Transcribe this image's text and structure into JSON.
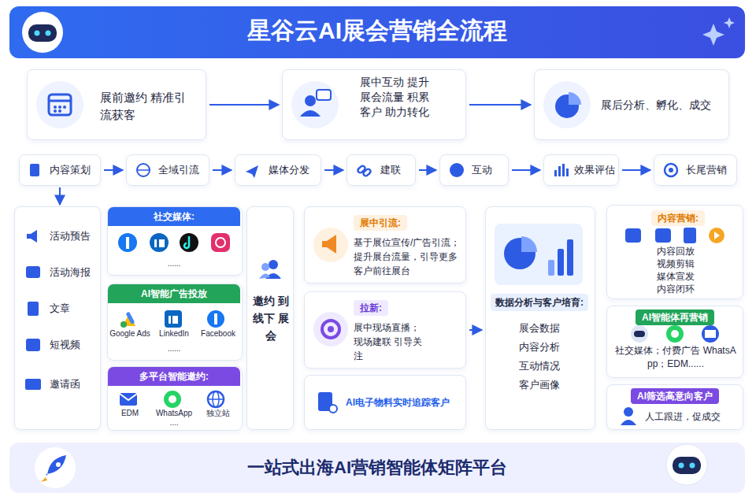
{
  "diagram": {
    "title": "星谷云AI展会营销全流程",
    "caption": "一站式出海AI营销智能体矩阵平台",
    "nodes": [
      {
        "text": [
          "展前邀约 精准引流获客"
        ]
      },
      {
        "text": [
          "展中互动 提升展会流量 积累客户 助力转化"
        ]
      },
      {
        "text": [
          "展后分析、孵化、成交"
        ]
      },
      {
        "text": [
          "内容策划"
        ]
      },
      {
        "text": [
          "全域引流"
        ]
      },
      {
        "text": [
          "媒体分发"
        ]
      },
      {
        "text": [
          "建联"
        ]
      },
      {
        "text": [
          "互动"
        ]
      },
      {
        "text": [
          "效果评估"
        ]
      },
      {
        "text": [
          "长尾营销"
        ]
      },
      {
        "text": [
          "活动预告",
          "活动海报",
          "文章",
          "短视频",
          "邀请函"
        ]
      },
      {
        "text": [
          "社交媒体:",
          "......"
        ]
      },
      {
        "text": [
          "AI智能广告投放",
          "Google Ads",
          "LinkedIn",
          "Facebook",
          "......"
        ]
      },
      {
        "text": [
          "多平台智能邀约:",
          "EDM",
          "WhatsApp",
          "独立站",
          "...."
        ]
      },
      {
        "text": [
          "邀约 到线下 展会"
        ]
      },
      {
        "text": [
          "展中引流:",
          "基于展位宣传/广告引流； 提升展台流量，引导更多 客户前往展台"
        ]
      },
      {
        "text": [
          "拉新:",
          "展中现场直播； 现场建联 引导关注"
        ]
      },
      {
        "text": [
          "AI电子物料实时追踪客户"
        ]
      },
      {
        "text": [
          "数据分析与客户培育:",
          "展会数据",
          "内容分析",
          "互动情况",
          "客户画像"
        ]
      },
      {
        "text": [
          "内容营销:",
          "内容回放 视频剪辑 媒体宣发 内容闭环"
        ]
      },
      {
        "text": [
          "AI智能体再营销",
          "社交媒体；付费广告 WhatsApp；EDM......"
        ]
      },
      {
        "text": [
          "AI筛选高意向客户",
          "人工跟进，促成交"
        ]
      }
    ],
    "edges": [
      {
        "from": 0,
        "to": 1,
        "arrow": "to"
      },
      {
        "from": 1,
        "to": 2,
        "arrow": "to"
      },
      {
        "from": 3,
        "to": 4,
        "arrow": "to"
      },
      {
        "from": 4,
        "to": 5,
        "arrow": "to"
      },
      {
        "from": 5,
        "to": 6,
        "arrow": "to"
      },
      {
        "from": 6,
        "to": 7,
        "arrow": "to"
      },
      {
        "from": 7,
        "to": 8,
        "arrow": "to"
      },
      {
        "from": 8,
        "to": 9,
        "arrow": "to"
      },
      {
        "from": 3,
        "to": 10,
        "arrow": "to"
      },
      {
        "from": 16,
        "to": 18,
        "arrow": "to"
      }
    ]
  }
}
